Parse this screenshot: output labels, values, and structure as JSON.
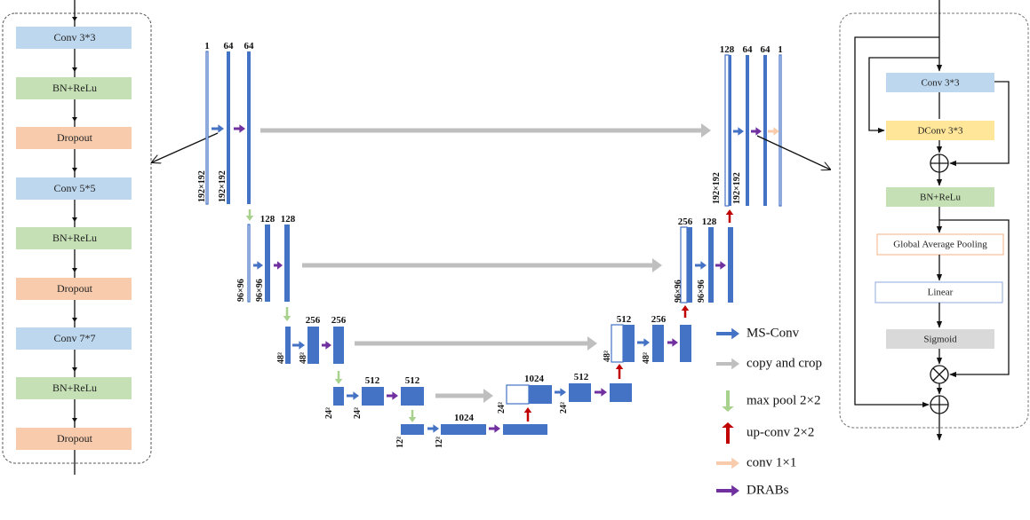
{
  "colors": {
    "feature_map": "#4472c4",
    "ms_conv": "#4472c4",
    "copy_crop": "#bfbfbf",
    "max_pool": "#a9d18e",
    "up_conv": "#c00000",
    "conv1x1": "#f8cbad",
    "drabs": "#7030a0"
  },
  "left_panel": {
    "blocks": [
      {
        "label": "Conv  3*3",
        "color": "#bdd7ee"
      },
      {
        "label": "BN+ReLu",
        "color": "#c5e0b4"
      },
      {
        "label": "Dropout",
        "color": "#f8cbad"
      },
      {
        "label": "Conv  5*5",
        "color": "#bdd7ee"
      },
      {
        "label": "BN+ReLu",
        "color": "#c5e0b4"
      },
      {
        "label": "Dropout",
        "color": "#f8cbad"
      },
      {
        "label": "Conv  7*7",
        "color": "#bdd7ee"
      },
      {
        "label": "BN+ReLu",
        "color": "#c5e0b4"
      },
      {
        "label": "Dropout",
        "color": "#f8cbad"
      }
    ]
  },
  "encoder": {
    "l1": {
      "ch": [
        "1",
        "64",
        "64"
      ],
      "size": [
        "192×192",
        "192×192"
      ]
    },
    "l2": {
      "ch": [
        "128",
        "128"
      ],
      "size": [
        "96×96",
        "96×96"
      ]
    },
    "l3": {
      "ch": [
        "256",
        "256"
      ],
      "size": [
        "48²",
        "48²"
      ]
    },
    "l4": {
      "ch": [
        "512",
        "512"
      ],
      "size": [
        "24²",
        "24²"
      ]
    },
    "l5": {
      "ch": [
        "1024"
      ],
      "size": [
        "12²",
        "12²"
      ]
    }
  },
  "decoder": {
    "l4": {
      "ch": [
        "1024",
        "512"
      ],
      "size": [
        "24²",
        "24²"
      ]
    },
    "l3": {
      "ch": [
        "512",
        "256"
      ],
      "size": [
        "48²",
        "48²"
      ]
    },
    "l2": {
      "ch": [
        "256",
        "128"
      ],
      "size": [
        "96×96",
        "96×96"
      ]
    },
    "l1": {
      "ch": [
        "128",
        "64",
        "64",
        "1"
      ],
      "size": [
        "192×192",
        "192×192"
      ]
    }
  },
  "legend": [
    {
      "label": "MS-Conv",
      "icon": "right-arrow-blue"
    },
    {
      "label": "copy and crop",
      "icon": "right-arrow-gray"
    },
    {
      "label": "max pool 2×2",
      "icon": "down-arrow-green"
    },
    {
      "label": "up-conv 2×2",
      "icon": "up-arrow-red"
    },
    {
      "label": "conv 1×1",
      "icon": "right-arrow-peach"
    },
    {
      "label": "DRABs",
      "icon": "right-arrow-purple"
    }
  ],
  "right_panel": {
    "conv": "Conv  3*3",
    "dconv": "DConv  3*3",
    "bn": "BN+ReLu",
    "gap": "Global Average Pooling",
    "linear": "Linear",
    "sigmoid": "Sigmoid"
  }
}
